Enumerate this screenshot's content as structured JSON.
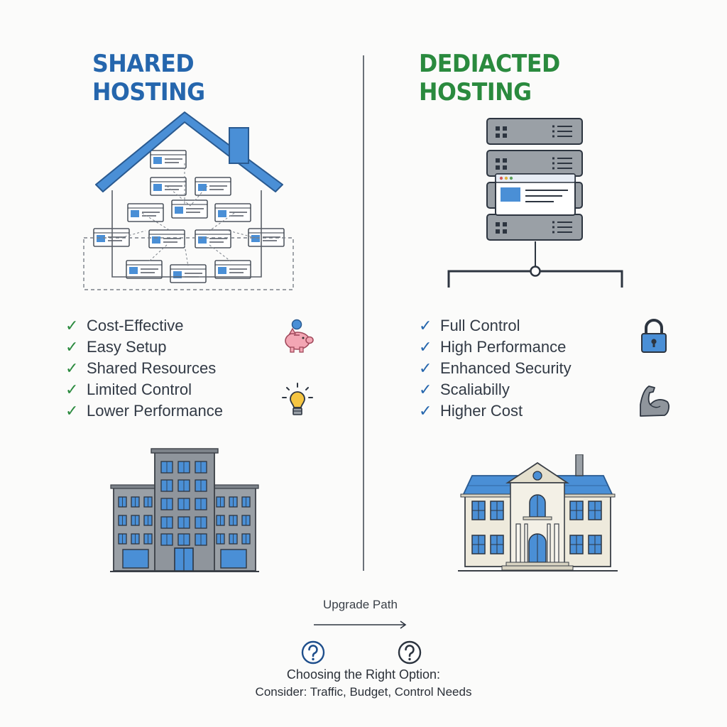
{
  "shared": {
    "title": "SHARED HOSTING",
    "features": [
      "Cost-Effective",
      "Easy Setup",
      "Shared Resources",
      "Limited Control",
      "Lower Performance"
    ]
  },
  "dedicated": {
    "title": "DEDIACTED HOSTING",
    "features": [
      "Full Control",
      "High Performance",
      "Enhanced Security",
      "Scaliabilly",
      "Higher Cost"
    ]
  },
  "check_glyph": "✓",
  "icons": {
    "shared_side": [
      "piggy-bank-icon",
      "lightbulb-icon"
    ],
    "dedicated_side": [
      "padlock-icon",
      "flexed-arm-icon"
    ],
    "bottom": [
      "question-mark-icon",
      "question-mark-icon"
    ]
  },
  "upgrade": {
    "label": "Upgrade Path"
  },
  "footer": {
    "title": "Choosing the Right Option:",
    "subtitle": "Consider: Traffic, Budget, Control Needs"
  },
  "colors": {
    "shared_accent": "#2566ad",
    "dedicated_accent": "#2a8a3e",
    "building_gray": "#8f959c",
    "window_blue": "#4a8fd6"
  }
}
